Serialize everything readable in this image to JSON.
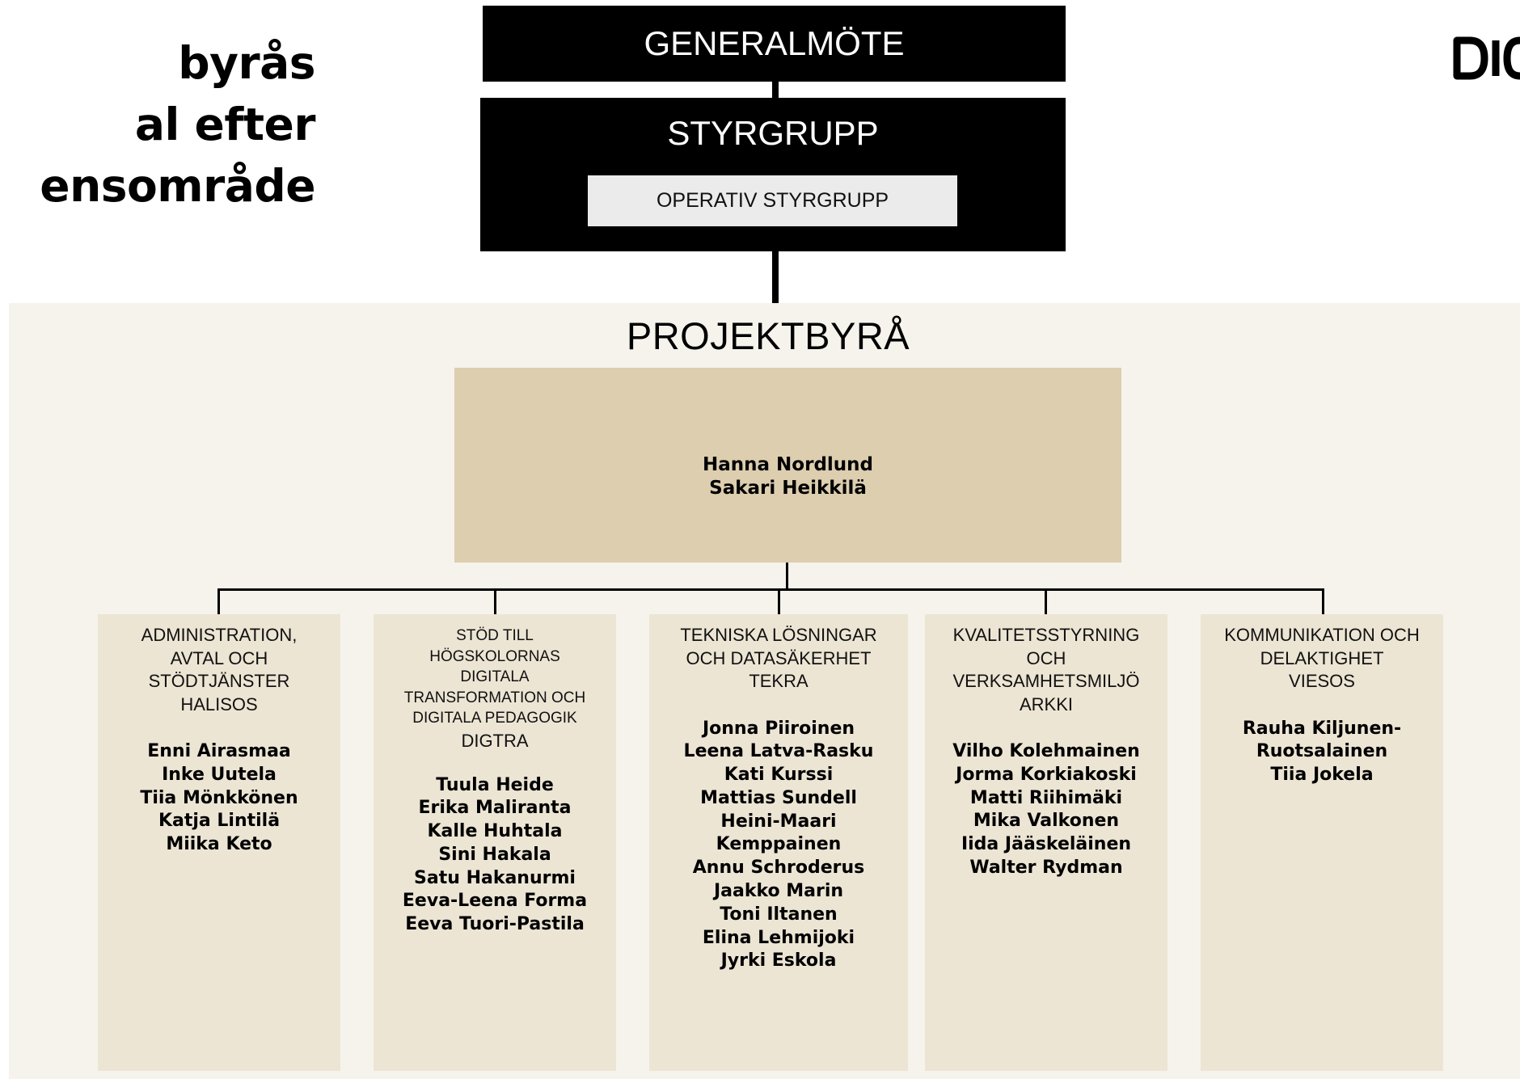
{
  "heading": {
    "lines": [
      "byrås",
      "al efter",
      "ensområde"
    ]
  },
  "logo": {
    "text": "DIG"
  },
  "general_meeting": {
    "label": "GENERALMÖTE"
  },
  "steering_group": {
    "label": "STYRGRUPP",
    "operative_label": "OPERATIV STYRGRUPP"
  },
  "project_office": {
    "title": "PROJEKTBYRÅ",
    "leaders": [
      "Hanna Nordlund",
      "Sakari Heikkilä"
    ]
  },
  "units": [
    {
      "title_lines": [
        "ADMINISTRATION,",
        "AVTAL OCH",
        "STÖDTJÄNSTER",
        "HALISOS"
      ],
      "members": [
        "Enni Airasmaa",
        "Inke Uutela",
        "Tiia Mönkkönen",
        "Katja Lintilä",
        "Miika Keto"
      ]
    },
    {
      "title_lines": [
        "STÖD TILL",
        "HÖGSKOLORNAS",
        "DIGITALA",
        "TRANSFORMATION OCH",
        "DIGITALA PEDAGOGIK",
        "DIGTRA"
      ],
      "members": [
        "Tuula Heide",
        "Erika Maliranta",
        "Kalle Huhtala",
        "Sini Hakala",
        "Satu Hakanurmi",
        "Eeva-Leena Forma",
        "Eeva Tuori-Pastila"
      ]
    },
    {
      "title_lines": [
        "TEKNISKA LÖSNINGAR",
        "OCH DATASÄKERHET",
        "TEKRA"
      ],
      "members": [
        "Jonna Piiroinen",
        "Leena Latva-Rasku",
        "Kati Kurssi",
        "Mattias Sundell",
        "Heini-Maari",
        "Kemppainen",
        "Annu Schroderus",
        "Jaakko Marin",
        "Toni Iltanen",
        "Elina Lehmijoki",
        "Jyrki Eskola"
      ]
    },
    {
      "title_lines": [
        "KVALITETSSTYRNING",
        "OCH",
        "VERKSAMHETSMILJÖ",
        "ARKKI"
      ],
      "members": [
        "Vilho Kolehmainen",
        "Jorma Korkiakoski",
        "Matti Riihimäki",
        "Mika Valkonen",
        "Iida Jääskeläinen",
        "Walter Rydman"
      ]
    },
    {
      "title_lines": [
        "KOMMUNIKATION OCH",
        "DELAKTIGHET",
        "VIESOS"
      ],
      "members": [
        "Rauha Kiljunen-",
        "Ruotsalainen",
        "Tiia Jokela"
      ]
    }
  ],
  "colors": {
    "black": "#000000",
    "operative_box": "#ebebeb",
    "project_area": "#f6f3ec",
    "lead_box": "#dcceaf",
    "unit_box": "#ece5d4"
  }
}
